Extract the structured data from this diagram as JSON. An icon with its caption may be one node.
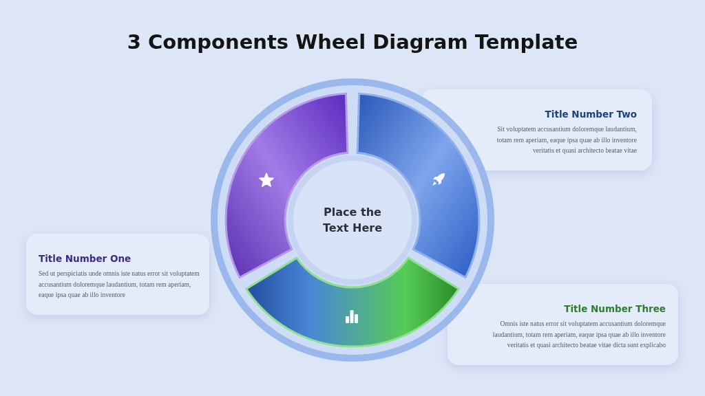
{
  "diagram": {
    "title": "3 Components Wheel Diagram Template",
    "nodes": [
      {
        "text": [
          "Title Number One",
          "Sed ut perspiciatis unde omnis iste natus error sit voluptatem accusantium doloremque laudantium, totam rem aperiam, eaque ipsa quae ab illo inventore"
        ]
      },
      {
        "text": [
          "Title Number Two",
          "Sit voluptatem accusantium doloremque laudantium, totam rem aperiam, eaque ipsa quae ab illo inventore veritatis et quasi architecto beatae vitae"
        ]
      },
      {
        "text": [
          "Title Number Three",
          "Omnis iste natus error sit voluptatem accusantium doloremque laudantium, totam rem aperiam, eaque ipsa quae ab illo inventore veritatis et quasi architecto beatae vitae dicta sunt explicabo"
        ]
      },
      {
        "text": [
          "Place the Text Here"
        ]
      }
    ],
    "edges": []
  }
}
